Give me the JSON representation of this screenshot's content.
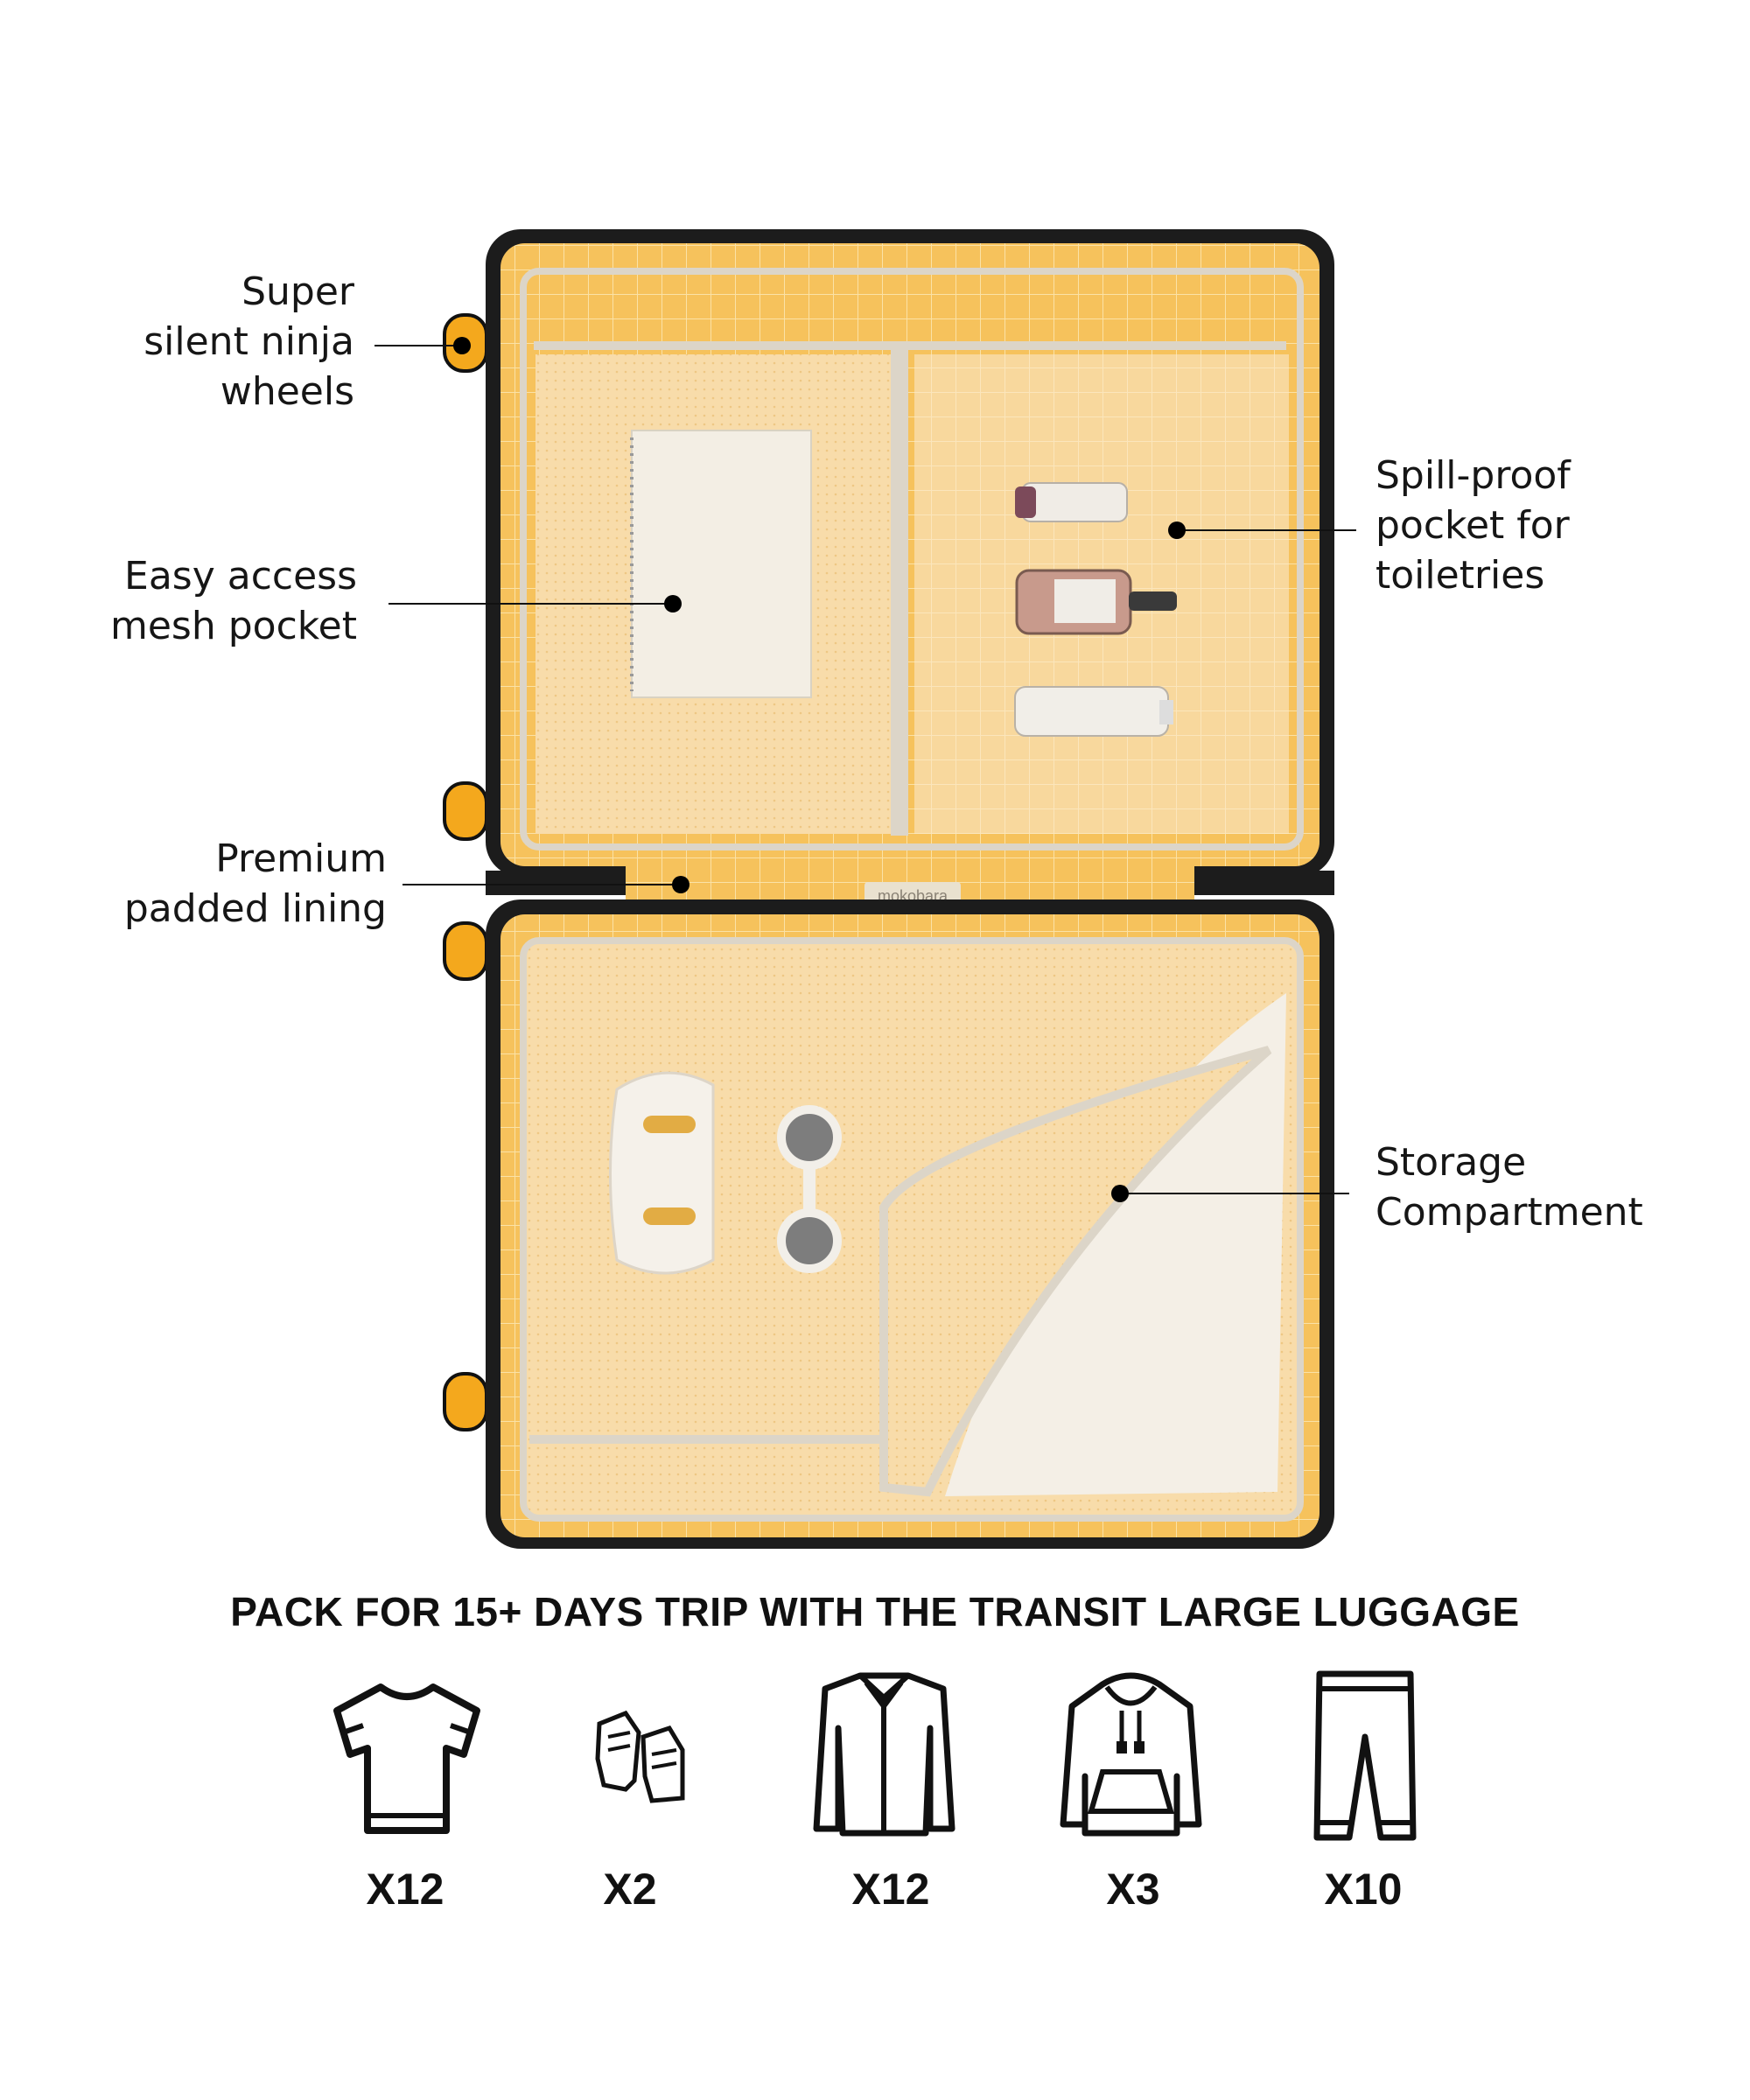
{
  "callouts": {
    "wheels": [
      "Super",
      "silent ninja",
      "wheels"
    ],
    "mesh": [
      "Easy access",
      "mesh pocket"
    ],
    "lining": [
      "Premium",
      "padded lining"
    ],
    "spill": [
      "Spill-proof",
      "pocket for",
      "toiletries"
    ],
    "storage": [
      "Storage",
      "Compartment"
    ]
  },
  "brand_tag": "mokobara",
  "headline": "PACK FOR 15+ DAYS TRIP WITH THE TRANSIT LARGE LUGGAGE",
  "pack_items": [
    {
      "icon": "tshirt-icon",
      "count": "X12"
    },
    {
      "icon": "sneakers-icon",
      "count": "X2"
    },
    {
      "icon": "shirt-icon",
      "count": "X12"
    },
    {
      "icon": "hoodie-icon",
      "count": "X3"
    },
    {
      "icon": "trousers-icon",
      "count": "X10"
    }
  ],
  "colors": {
    "shell": "#1c1c1c",
    "lining": "#f6c25c",
    "mesh": "#f8ddaa",
    "wheel": "#f4a81d",
    "zipper": "#dcd5c8"
  }
}
